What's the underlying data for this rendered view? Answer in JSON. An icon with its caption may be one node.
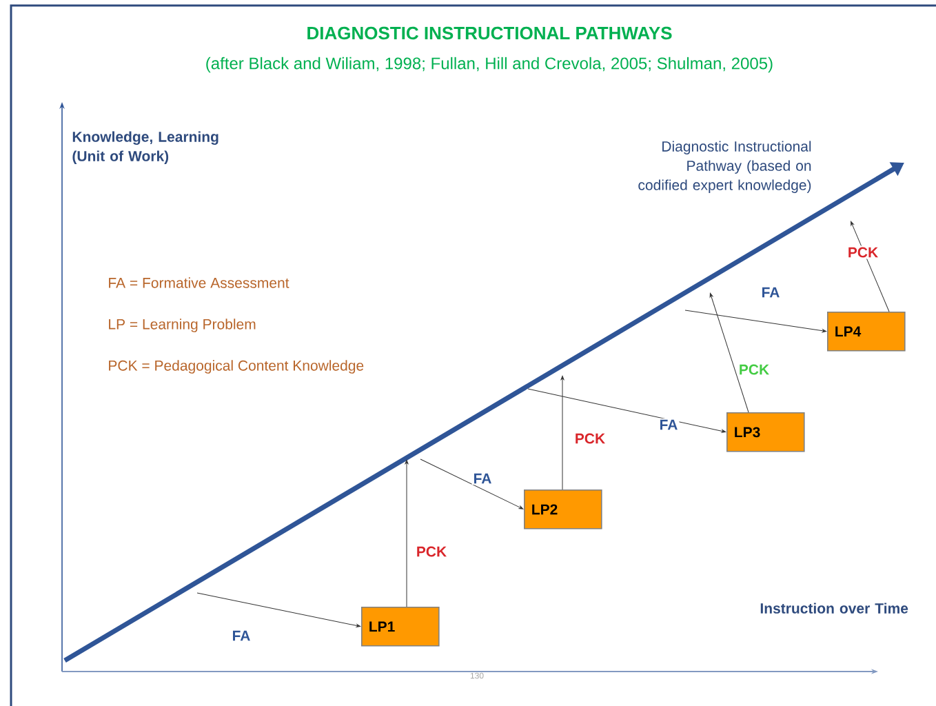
{
  "diagram": {
    "title": "DIAGNOSTIC INSTRUCTIONAL PATHWAYS",
    "nodes": [
      {
        "text": [
          "LP1"
        ]
      },
      {
        "text": [
          "LP2"
        ]
      },
      {
        "text": [
          "LP3"
        ]
      },
      {
        "text": [
          "LP4"
        ]
      }
    ],
    "edges": [
      {
        "from": null,
        "to": 0,
        "arrow": "to",
        "label": "FA"
      },
      {
        "from": 0,
        "to": null,
        "arrow": "to",
        "label": "PCK"
      },
      {
        "from": null,
        "to": 1,
        "arrow": "to",
        "label": "FA"
      },
      {
        "from": 1,
        "to": null,
        "arrow": "to",
        "label": "PCK"
      },
      {
        "from": null,
        "to": 2,
        "arrow": "to",
        "label": "FA"
      },
      {
        "from": 2,
        "to": null,
        "arrow": "to",
        "label": "PCK"
      },
      {
        "from": null,
        "to": 3,
        "arrow": "to",
        "label": "FA"
      },
      {
        "from": 3,
        "to": null,
        "arrow": "to",
        "label": "PCK"
      }
    ],
    "labels": [
      "(after Black and Wiliam, 1998; Fullan, Hill and Crevola, 2005; Shulman, 2005)",
      "Knowledge, Learning (Unit of Work)",
      "Diagnostic Instructional Pathway (based on codified expert knowledge)",
      "FA = Formative Assessment",
      "LP = Learning Problem",
      "PCK = Pedagogical Content Knowledge",
      "Instruction over Time",
      "130"
    ]
  }
}
